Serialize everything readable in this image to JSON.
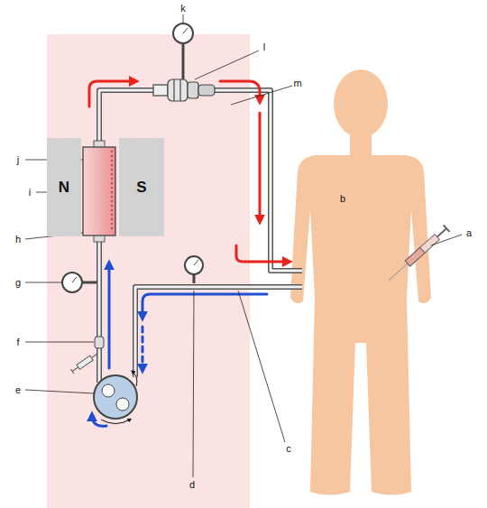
{
  "diagram": {
    "nodes": [
      {
        "text": [
          "N"
        ]
      },
      {
        "text": [
          "S"
        ]
      }
    ],
    "labels": [
      "k",
      "l",
      "m",
      "j",
      "i",
      "h",
      "b",
      "g",
      "a",
      "f",
      "e",
      "d",
      "c"
    ]
  }
}
